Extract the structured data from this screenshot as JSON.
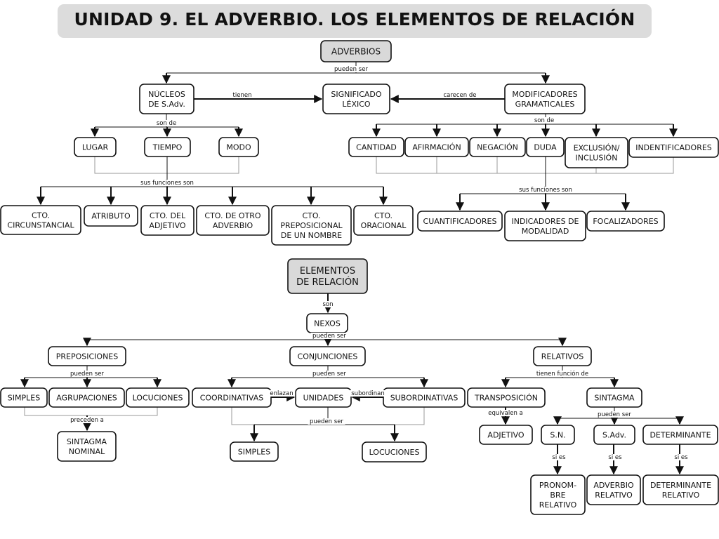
{
  "title": "UNIDAD 9. EL ADVERBIO. LOS ELEMENTOS DE RELACIÓN",
  "nodes": {
    "adverbios": "ADVERBIOS",
    "nucleos": "NÚCLEOS\nDE S.Adv.",
    "significado": "SIGNIFICADO\nLÉXICO",
    "modificadores": "MODIFICADORES\nGRAMATICALES",
    "lugar": "LUGAR",
    "tiempo": "TIEMPO",
    "modo": "MODO",
    "cantidad": "CANTIDAD",
    "afirmacion": "AFIRMACIÓN",
    "negacion": "NEGACIÓN",
    "duda": "DUDA",
    "exclusion": "EXCLUSIÓN/\nINCLUSIÓN",
    "identificadores": "INDENTIFICADORES",
    "cto_circ": "CTO.\nCIRCUNSTANCIAL",
    "atributo": "ATRIBUTO",
    "cto_adj": "CTO. DEL\nADJETIVO",
    "cto_otro": "CTO. DE OTRO\nADVERBIO",
    "cto_prep": "CTO.\nPREPOSICIONAL\nDE UN NOMBRE",
    "cto_orac": "CTO.\nORACIONAL",
    "cuantificadores": "CUANTIFICADORES",
    "indicadores": "INDICADORES DE\nMODALIDAD",
    "focalizadores": "FOCALIZADORES",
    "elementos": "ELEMENTOS\nDE RELACIÓN",
    "nexos": "NEXOS",
    "preposiciones": "PREPOSICIONES",
    "conjunciones": "CONJUNCIONES",
    "relativos": "RELATIVOS",
    "simples1": "SIMPLES",
    "agrupaciones": "AGRUPACIONES",
    "locuciones1": "LOCUCIONES",
    "sintagma_nominal": "SINTAGMA\nNOMINAL",
    "coordinativas": "COORDINATIVAS",
    "unidades": "UNIDADES",
    "subordinativas": "SUBORDINATIVAS",
    "simples2": "SIMPLES",
    "locuciones2": "LOCUCIONES",
    "transposicion": "TRANSPOSICIÓN",
    "sintagma": "SINTAGMA",
    "adjetivo": "ADJETIVO",
    "sn": "S.N.",
    "sadv": "S.Adv.",
    "determinante": "DETERMINANTE",
    "pronombre": "PRONOM-\nBRE\nRELATIVO",
    "adverbio_rel": "ADVERBIO\nRELATIVO",
    "determinante_rel": "DETERMINANTE\nRELATIVO"
  },
  "links": {
    "pueden_ser_1": "pueden ser",
    "tienen": "tienen",
    "carecen_de": "carecen de",
    "son_de_1": "son de",
    "son_de_2": "son de",
    "sus_funciones_1": "sus funciones son",
    "sus_funciones_2": "sus funciones son",
    "son": "son",
    "pueden_ser_2": "pueden ser",
    "pueden_ser_3": "pueden ser",
    "pueden_ser_4": "pueden ser",
    "preceden_a": "preceden a",
    "enlazan": "enlazan",
    "subordinan": "subordinan",
    "pueden_ser_5": "pueden ser",
    "tienen_funcion_de": "tienen función de",
    "equivalen_a": "equivalen a",
    "pueden_ser_6": "pueden ser",
    "si_es_1": "si es",
    "si_es_2": "si es",
    "si_es_3": "si es"
  }
}
